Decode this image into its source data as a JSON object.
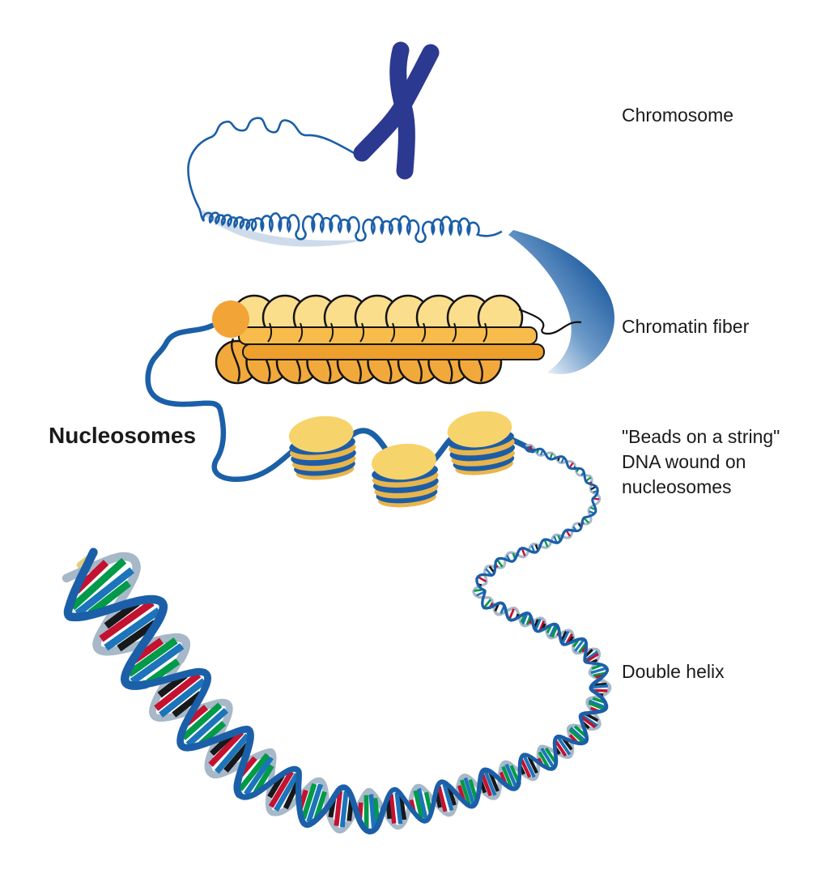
{
  "figure": {
    "labels": {
      "chromosome": "Chromosome",
      "chromatin_fiber": "Chromatin fiber",
      "beads_line1": "\"Beads on a string\"",
      "beads_line2": "DNA wound on",
      "beads_line3": "nucleosomes",
      "double_helix": "Double helix",
      "nucleosomes": "Nucleosomes"
    },
    "colors": {
      "chromosome_navy": "#2B3990",
      "dna_string_blue": "#1B5FA8",
      "nucleosome_light_yellow": "#FBDE8C",
      "nucleosome_orange": "#F2A93B",
      "plate_orange_upper": "#F8BC4C",
      "plate_orange_lower": "#EDA02B",
      "bead_top_yellow": "#F6D36B",
      "bead_band_yellow": "#E9B54B",
      "bead_wrap_blue": "#1D5DA6",
      "helix_back_silver": "#A7B8C8",
      "rung_red": "#C41231",
      "rung_green": "#009A49",
      "rung_blue": "#1C74BB",
      "rung_black": "#17181A",
      "swoosh_blue": "#1D5A9E",
      "label_text": "#1A1A1A"
    }
  }
}
